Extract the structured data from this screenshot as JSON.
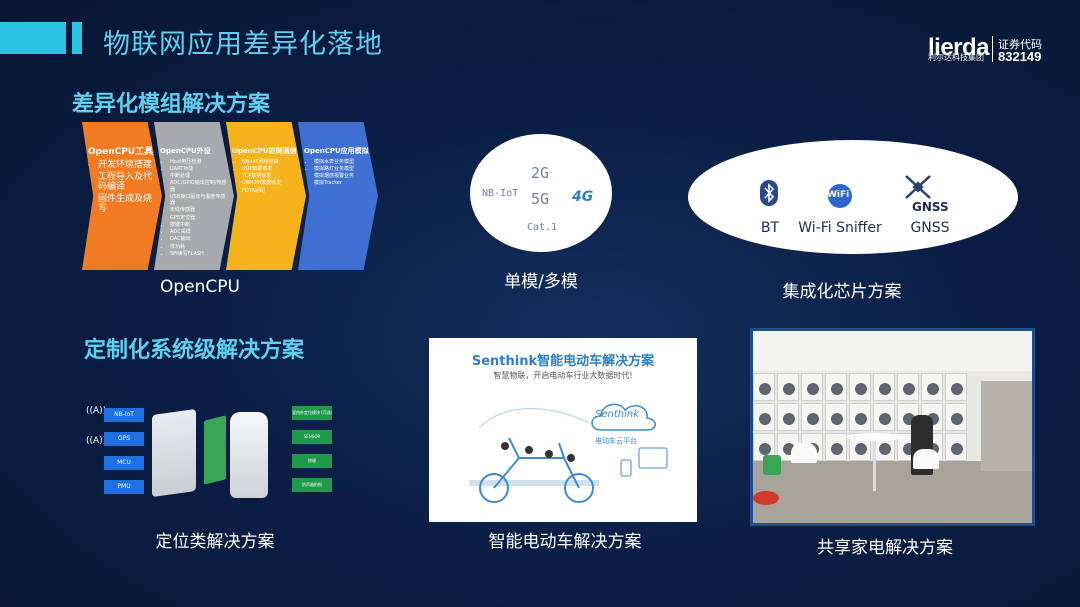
{
  "header": {
    "title": "物联网应用差异化落地",
    "logo_text": "lierda",
    "logo_subtitle": "利尔达科技集团",
    "stock_label": "证券代码",
    "stock_code": "832149"
  },
  "sections": {
    "module_title": "差异化模组解决方案",
    "system_title": "定制化系统级解决方案"
  },
  "opencpu": {
    "caption": "OpenCPU",
    "chevrons": [
      {
        "title": "OpenCPU工具链",
        "color": "#f07b22",
        "items": [
          "开发环境搭建",
          "工程导入及代码编译",
          "固件生成及烧写"
        ]
      },
      {
        "title": "OpenCPU外设",
        "color": "#a7a9ac",
        "items": [
          "Host电压检测",
          "UART功能",
          "中断处理",
          "ADC/GPIO输出控制/传感器",
          "USB接口驱动与温度传感器",
          "无线传感器",
          "GPS定位器",
          "按键中断",
          "ADC采样",
          "DAC输出",
          "低功耗",
          "SPI读写FLASH"
        ]
      },
      {
        "title": "OpenCPU驻网通信",
        "color": "#f5b21a",
        "items": [
          "NB-IoT网络连接",
          "UDP数据收发",
          "TCP数据收发",
          "LWM2M数据收发",
          "FOTA适配"
        ]
      },
      {
        "title": "OpenCPU应用模拟",
        "color": "#3f6fd0",
        "items": [
          "模拟水表业务模型",
          "模拟路灯业务模型",
          "模拟烟感报警业务",
          "模拟Tracker"
        ]
      }
    ]
  },
  "multimode": {
    "left_label": "NB-IoT",
    "label_2g": "2G",
    "label_5g": "5G",
    "label_4g": "4G",
    "label_cat1": "Cat.1",
    "caption": "单模/多模"
  },
  "chip": {
    "items": [
      {
        "icon": "bluetooth-icon",
        "label": "BT"
      },
      {
        "icon": "wifi-icon",
        "label": "Wi-Fi Sniffer",
        "icon_text": "WiFi"
      },
      {
        "icon": "satellite-icon",
        "label": "GNSS",
        "icon_text": "GNSS"
      }
    ],
    "caption": "集成化芯片方案"
  },
  "location": {
    "caption": "定位类解决方案",
    "left_tags": [
      "NB-IoT",
      "GPS",
      "MCU",
      "PMU"
    ],
    "right_tags": [
      "室内外定位模块 (可选)",
      "SENSOR",
      "按键",
      "防声器拍照"
    ]
  },
  "ebike": {
    "card_title": "Senthink智能电动车解决方案",
    "card_subtitle": "智慧物联，开启电动车行业大数据时代!",
    "cloud_label": "Senthink",
    "platform_label": "电动车云平台",
    "caption": "智能电动车解决方案"
  },
  "laundry": {
    "caption": "共享家电解决方案"
  },
  "colors": {
    "accent": "#5fd0f0",
    "bar": "#2bc4e6",
    "ebike_title": "#2a7fc9",
    "tag_blue": "#1e6fe0",
    "tag_green": "#1f9a4a"
  }
}
